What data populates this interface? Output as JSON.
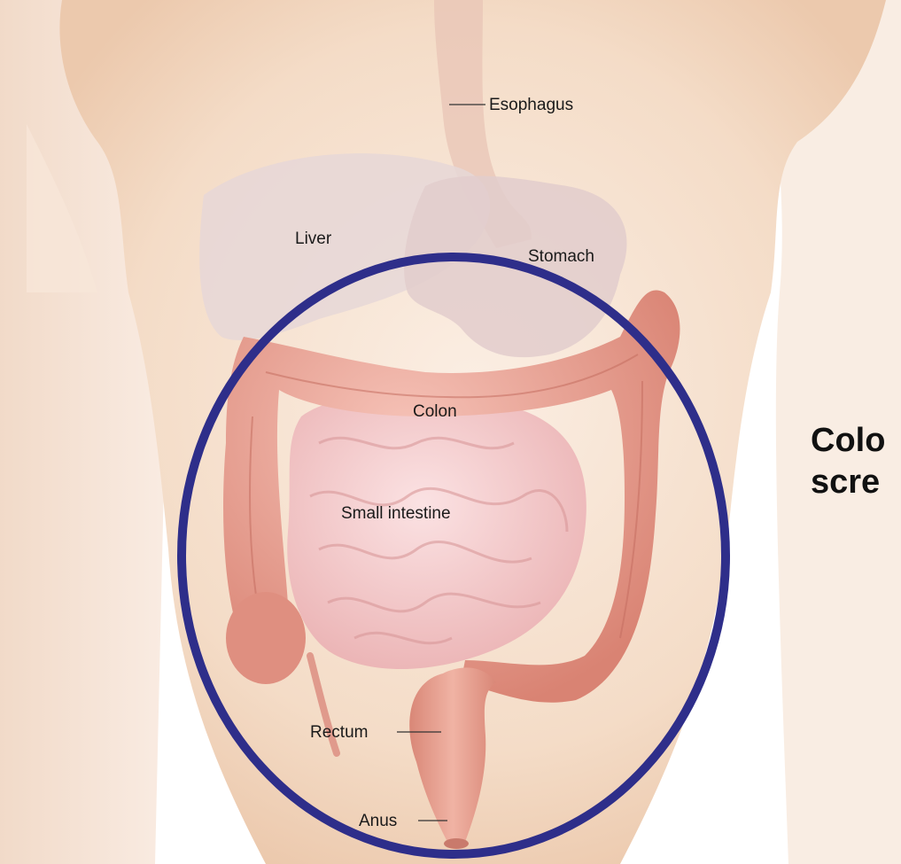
{
  "labels": {
    "esophagus": "Esophagus",
    "liver": "Liver",
    "stomach": "Stomach",
    "colon": "Colon",
    "small_intestine": "Small intestine",
    "rectum": "Rectum",
    "anus": "Anus"
  },
  "side_text": {
    "line1": "Colo",
    "line2": "scre"
  },
  "colors": {
    "highlight_ellipse": "#2e2e8a",
    "skin": "#f3d6bd",
    "colon": "#e49a8e",
    "small_intestine": "#f2c3c4"
  }
}
